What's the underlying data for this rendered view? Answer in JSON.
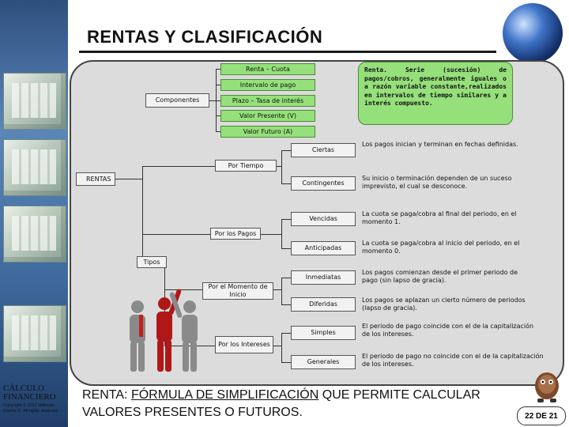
{
  "title": "RENTAS Y CLASIFICACIÓN",
  "sidebar": {
    "course_title": "CÁLCULO FINANCIERO",
    "copyright": "Copyright © 2012 Wilfredo Viacho D. All rights reserved"
  },
  "definition": "Renta. Serie (sucesión) de pagos/cobros, generalmente iguales o a razón variable constante,realizados en intervalos de tiempo similares y a interés compuesto.",
  "diagram": {
    "root": "RENTAS",
    "componentes": {
      "label": "Componentes",
      "items": [
        "Renta – Cuota",
        "Intervalo de pago",
        "Plazo – Tasa de interés",
        "Valor Presente (V)",
        "Valor Futuro (A)"
      ]
    },
    "tipos": {
      "label": "Tipos",
      "groups": [
        {
          "label": "Por Tiempo",
          "items": [
            {
              "name": "Ciertas",
              "desc": "Los pagos inician y terminan en fechas definidas."
            },
            {
              "name": "Contingentes",
              "desc": "Su inicio o terminación dependen de un suceso imprevisto, el cual se desconoce."
            }
          ]
        },
        {
          "label": "Por los Pagos",
          "items": [
            {
              "name": "Vencidas",
              "desc": "La cuota se paga/cobra al final del periodo, en el momento 1."
            },
            {
              "name": "Anticipadas",
              "desc": "La cuota se paga/cobra al inicio del periodo, en el momento 0."
            }
          ]
        },
        {
          "label": "Por el Momento de Inicio",
          "items": [
            {
              "name": "Inmediatas",
              "desc": "Los pagos comienzan desde el primer periodo de pago (sin lapso de gracia)."
            },
            {
              "name": "Diferidas",
              "desc": "Los pagos se aplazan un cierto número de periodos (lapso de gracia)."
            }
          ]
        },
        {
          "label": "Por los Intereses",
          "items": [
            {
              "name": "Simples",
              "desc": "El periodo de pago coincide con el de la capitalización de los intereses."
            },
            {
              "name": "Generales",
              "desc": "El periodo de pago no coincide con el de la capitalización de los intereses."
            }
          ]
        }
      ]
    }
  },
  "bottom": {
    "p1": "RENTA: ",
    "p2": "FÓRMULA DE SIMPLIFICACIÓN",
    "p3": " QUE PERMITE CALCULAR VALORES PRESENTES O FUTUROS."
  },
  "page_number": "22 DE 21",
  "icons": [
    "globe-image",
    "people-figures-image",
    "mascot-image",
    "cube-image"
  ]
}
